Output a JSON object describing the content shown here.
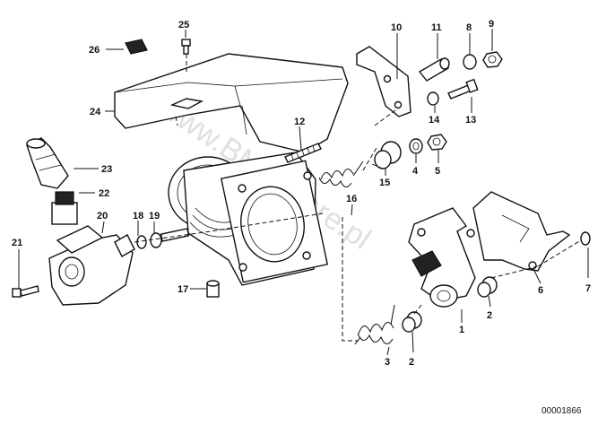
{
  "diagram": {
    "drawing_number": "00001866",
    "watermark": "www.BMWstore.pl",
    "callouts": [
      "1",
      "2",
      "2",
      "3",
      "4",
      "5",
      "6",
      "7",
      "8",
      "9",
      "10",
      "11",
      "12",
      "13",
      "14",
      "15",
      "16",
      "17",
      "18",
      "19",
      "20",
      "21",
      "22",
      "23",
      "24",
      "25",
      "26"
    ]
  }
}
